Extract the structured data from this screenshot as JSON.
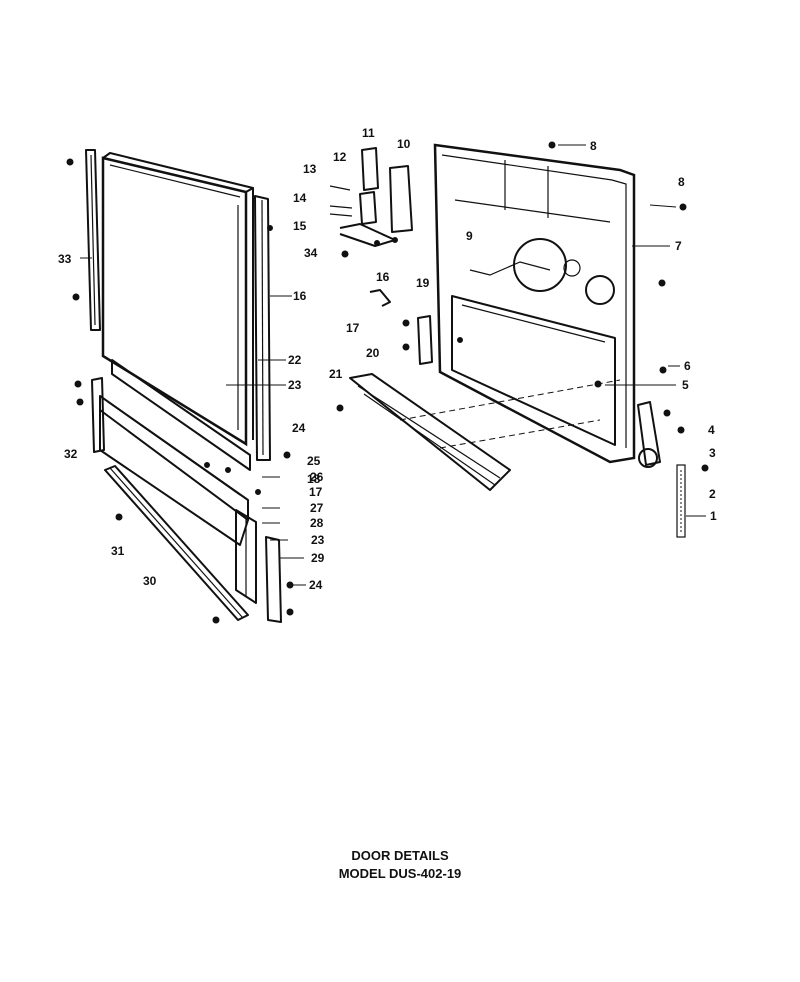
{
  "caption": {
    "title": "DOOR DETAILS",
    "model": "MODEL DUS-402-19"
  },
  "callouts": [
    "1",
    "2",
    "3",
    "4",
    "5",
    "6",
    "7",
    "8",
    "8",
    "9",
    "10",
    "11",
    "12",
    "13",
    "14",
    "15",
    "16",
    "16",
    "17",
    "17",
    "18",
    "19",
    "20",
    "21",
    "22",
    "23",
    "23",
    "24",
    "24",
    "25",
    "26",
    "27",
    "28",
    "29",
    "30",
    "31",
    "32",
    "33",
    "34"
  ]
}
